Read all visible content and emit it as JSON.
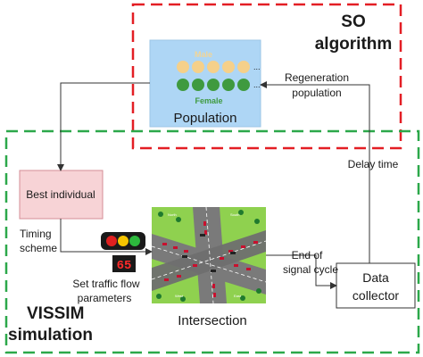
{
  "so_region": {
    "title_line1": "SO",
    "title_line2": "algorithm",
    "border_color": "#e31e24"
  },
  "vissim_region": {
    "title_line1": "VISSIM",
    "title_line2": "simulation",
    "border_color": "#2ca84a"
  },
  "population": {
    "label": "Population",
    "male_label": "Male",
    "female_label": "Female",
    "ellipsis": "...",
    "fill_color": "#aed6f5",
    "male_color": "#f5d08a",
    "female_color": "#3f9a3f"
  },
  "best_individual": {
    "label": "Best individual",
    "fill_color": "#f7d3d6",
    "border_color": "#d48d96"
  },
  "data_collector": {
    "line1": "Data",
    "line2": "collector"
  },
  "intersection": {
    "label": "Intersection",
    "road_labels": [
      "North",
      "South",
      "West",
      "East"
    ]
  },
  "edges": {
    "regeneration_line1": "Regeneration",
    "regeneration_line2": "population",
    "delay_time": "Delay time",
    "timing_line1": "Timing",
    "timing_line2": "scheme",
    "set_flow_line1": "Set traffic flow",
    "set_flow_line2": "parameters",
    "end_cycle_line1": "End of",
    "end_cycle_line2": "signal cycle"
  },
  "traffic_light_colors": [
    "#e02020",
    "#f5c400",
    "#2db83d"
  ],
  "counter_display": "65"
}
